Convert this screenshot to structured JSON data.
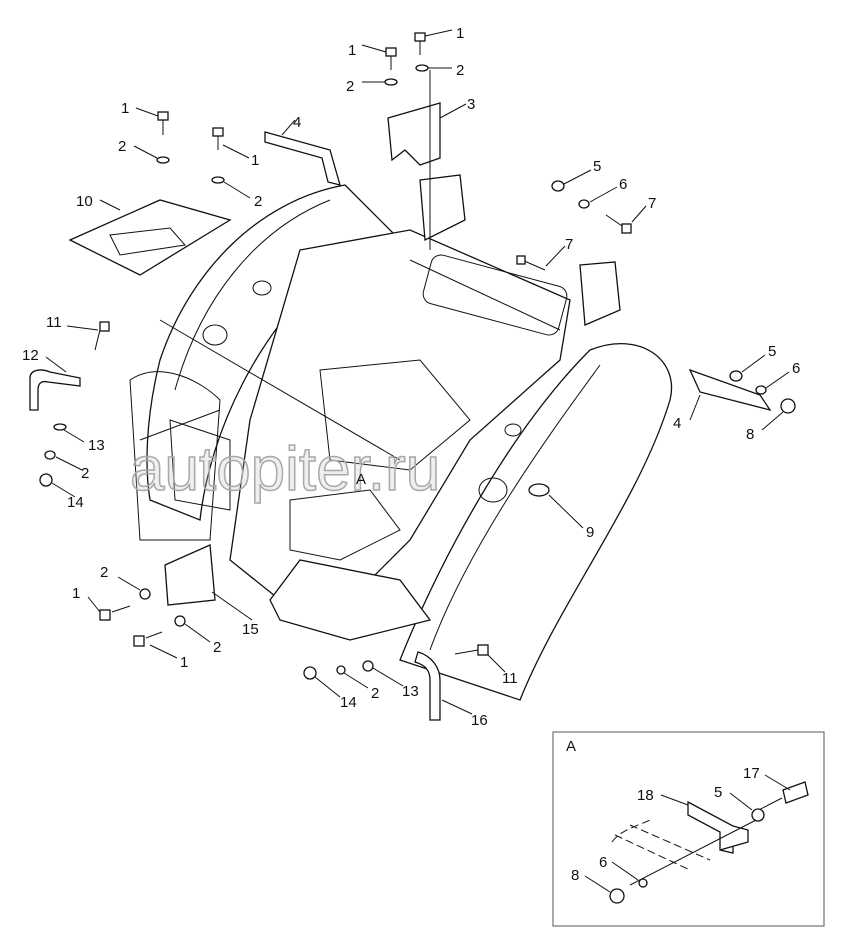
{
  "diagram": {
    "watermark": "autopiter.ru",
    "view_marker": "A",
    "callouts": [
      "1",
      "1",
      "2",
      "2",
      "3",
      "4",
      "1",
      "2",
      "1",
      "2",
      "10",
      "5",
      "6",
      "7",
      "7",
      "11",
      "12",
      "13",
      "2",
      "14",
      "5",
      "6",
      "4",
      "8",
      "9",
      "2",
      "1",
      "15",
      "2",
      "1",
      "14",
      "2",
      "13",
      "11",
      "16"
    ],
    "inset": {
      "title": "A",
      "callouts": [
        "17",
        "18",
        "5",
        "6",
        "8"
      ]
    }
  }
}
